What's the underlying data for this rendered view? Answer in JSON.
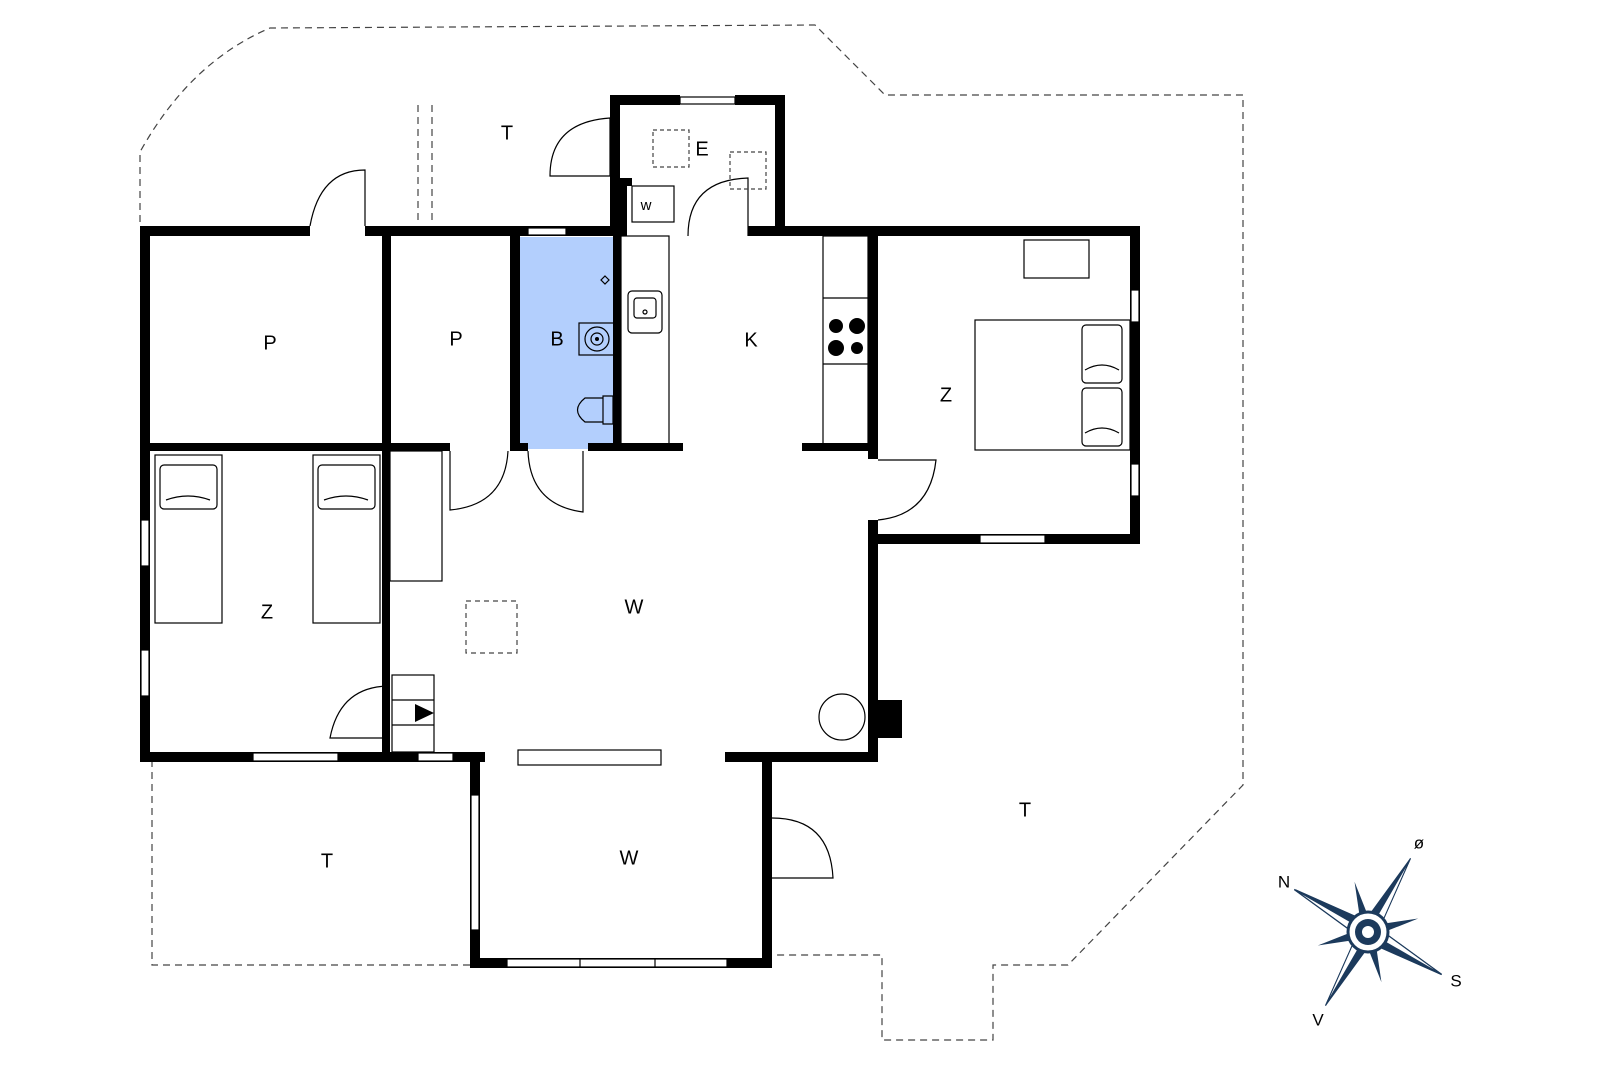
{
  "rooms": {
    "terrace_top": "T",
    "entrance": "E",
    "wc": "w",
    "storage_left": "P",
    "storage_mid": "P",
    "bathroom": "B",
    "kitchen": "K",
    "bedroom_right": "Z",
    "bedroom_left": "Z",
    "living_main": "W",
    "living_lower": "W",
    "terrace_left": "T",
    "terrace_right": "T"
  },
  "compass": {
    "n": "N",
    "o": "ø",
    "s": "S",
    "v": "V"
  },
  "colors": {
    "bathroom": "#b3cffd",
    "wall": "#000000",
    "compass": "#1c3a5c"
  }
}
